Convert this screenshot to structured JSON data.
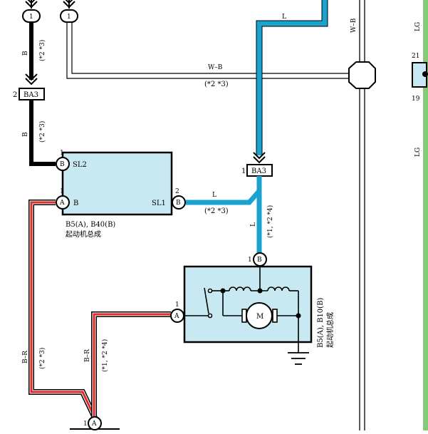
{
  "connectors": {
    "top_left_1": "1",
    "top_left_2": "1",
    "ba3_upper": {
      "pin": "2",
      "name": "BA3"
    },
    "ba3_lower": {
      "pin": "1",
      "name": "BA3"
    },
    "far_right_pin_top": "21",
    "far_right_pin_bottom": "19",
    "bottom_a": {
      "pin": "1",
      "name": "A"
    }
  },
  "wires": {
    "b_upper": {
      "color": "B",
      "note": "(*2 *3)"
    },
    "b_lower": {
      "color": "B",
      "note": "(*2 *3)"
    },
    "wb_horizontal": {
      "color": "W–B",
      "note": "(*2 *3)"
    },
    "wb_vertical": {
      "color": "W–B"
    },
    "l_top": {
      "color": "L"
    },
    "l_sl1": {
      "color": "L",
      "note": "(*2 *3)"
    },
    "l_motor": {
      "color": "L",
      "note": "(*1, *2 *4)"
    },
    "br_left": {
      "color": "B–R",
      "note": "(*2 *3)"
    },
    "br_right": {
      "color": "B–R",
      "note": "(*1, *2 *4)"
    },
    "lg_top": {
      "color": "LG"
    },
    "lg_mid": {
      "color": "LG"
    }
  },
  "relay_box": {
    "pin_sl2": {
      "num": "1",
      "circle": "B",
      "label": "SL2"
    },
    "pin_b": {
      "num": "1",
      "circle": "A",
      "label": "B"
    },
    "pin_sl1": {
      "num": "2",
      "circle": "B",
      "label": "SL1"
    },
    "ref": "B5(A), B40(B)",
    "name": "起动机总成"
  },
  "starter": {
    "pin_top": {
      "num": "1",
      "circle": "B"
    },
    "pin_left": {
      "num": "1",
      "circle": "A"
    },
    "motor": "M",
    "ref": "B5(A), B10(B)",
    "name": "起动机总成"
  },
  "colors": {
    "blue_wire": "#1aa3cf",
    "red_wire": "#e02a2a",
    "box_fill": "#c8e9f1",
    "green_strip": "#86c97a"
  }
}
